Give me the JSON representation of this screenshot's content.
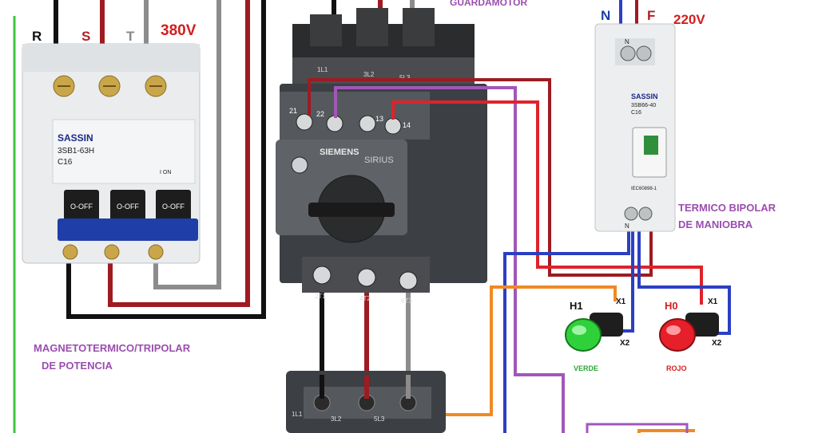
{
  "labels": {
    "phase_r": "R",
    "phase_s": "S",
    "phase_t": "T",
    "voltage_3ph": "380V",
    "guardamotor": "GUARDAMOTOR",
    "neutral": "N",
    "phase_f": "F",
    "voltage_1ph": "220V",
    "termico_line1": "TERMICO BIPOLAR",
    "termico_line2": "DE MANIOBRA",
    "magneto_line1": "MAGNETOTERMICO/TRIPOLAR",
    "magneto_line2": "DE POTENCIA",
    "lamp_green_name": "H1",
    "lamp_red_name": "H0",
    "lamp_green_color": "VERDE",
    "lamp_red_color": "ROJO",
    "x1": "X1",
    "x2": "X2"
  },
  "breaker_3p": {
    "brand": "SASSIN",
    "model": "3SB1-63H",
    "rating": "C16",
    "off_label": "O-OFF",
    "on_label": "I ON",
    "off_small": "O OFF"
  },
  "motor_protector": {
    "brand": "SIEMENS",
    "series": "SIRIUS",
    "contacts": [
      "21",
      "22",
      "13",
      "14"
    ],
    "in_terminals": [
      "1L1",
      "3L2",
      "5L3"
    ],
    "out_terminals": [
      "2T1",
      "4T2",
      "6T3"
    ]
  },
  "breaker_2p": {
    "brand": "SASSIN",
    "model": "3SB66-40",
    "rating": "C16",
    "std": "IEC60898-1",
    "terminal_top": "N",
    "terminal_bottom": "N"
  },
  "contactor": {
    "terminals": [
      "1L1",
      "3L2",
      "5L3"
    ]
  },
  "colors": {
    "wire_red": "#9e1b22",
    "wire_gray": "#8c8c8c",
    "wire_black": "#111111",
    "wire_blue": "#2b3fc4",
    "wire_purple": "#a257b8",
    "wire_orange": "#f08a24",
    "wire_green": "#3ec43e",
    "label_purple": "#9b4db0",
    "label_red": "#d21e1e"
  }
}
